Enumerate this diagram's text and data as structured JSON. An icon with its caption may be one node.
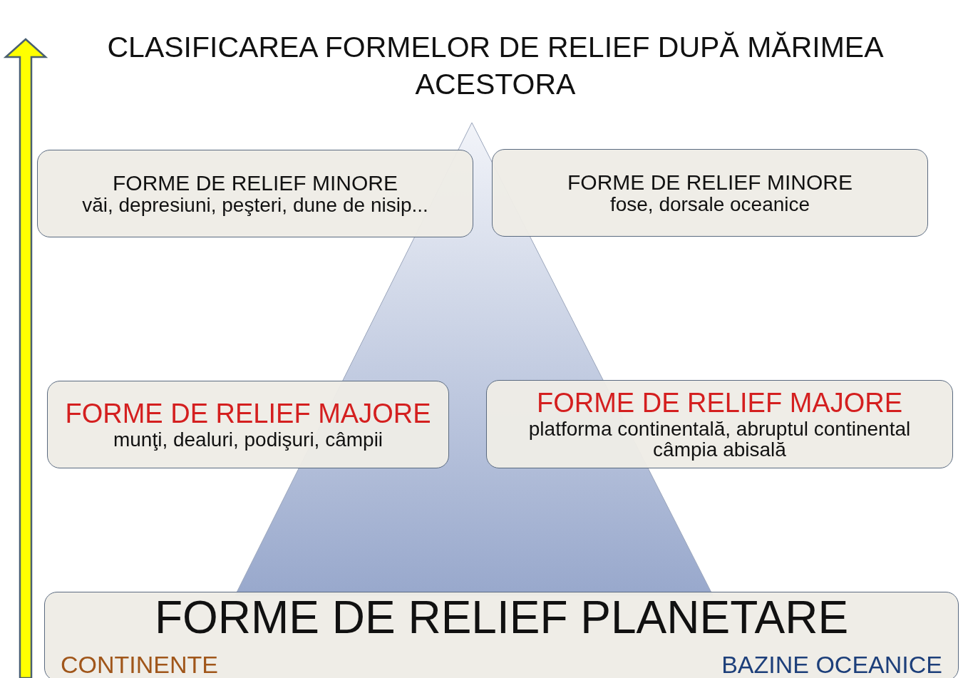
{
  "diagram": {
    "title": "CLASIFICAREA FORMELOR DE RELIEF DUPĂ MĂRIMEA ACESTORA",
    "nodes": [
      {
        "text": [
          "FORME DE RELIEF MINORE",
          "văi, depresiuni, peşteri, dune de nisip..."
        ]
      },
      {
        "text": [
          "FORME DE RELIEF MINORE",
          "fose, dorsale oceanice"
        ]
      },
      {
        "text": [
          "FORME DE RELIEF MAJORE",
          "munţi, dealuri, podişuri, câmpii"
        ]
      },
      {
        "text": [
          "FORME DE RELIEF MAJORE",
          "platforma continentală, abruptul continental câmpia abisală"
        ]
      },
      {
        "text": [
          "FORME DE RELIEF PLANETARE",
          "CONTINENTE",
          "BAZINE OCEANICE"
        ]
      }
    ]
  }
}
